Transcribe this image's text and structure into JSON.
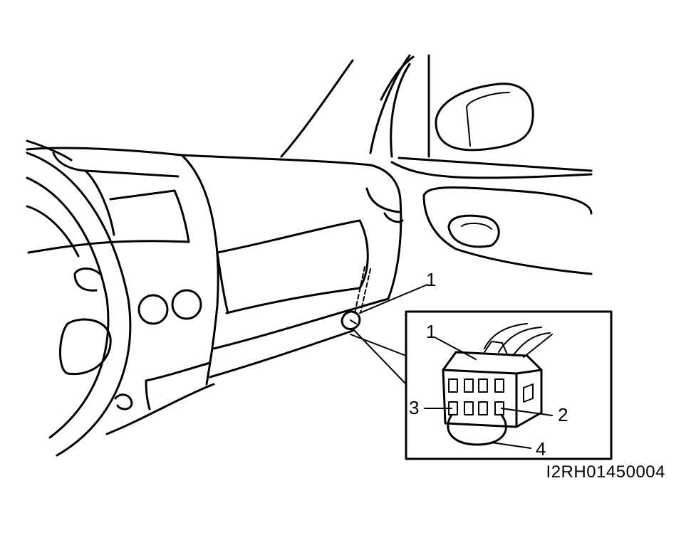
{
  "figure": {
    "image_code": "I2RH01450004",
    "callouts": {
      "c1_main": "1",
      "c1_detail": "1",
      "c2": "2",
      "c3": "3",
      "c4": "4"
    }
  },
  "colors": {
    "line": "#000000",
    "background": "#ffffff"
  },
  "icons": [
    "steering-wheel-icon",
    "connector-icon",
    "side-mirror-icon"
  ]
}
